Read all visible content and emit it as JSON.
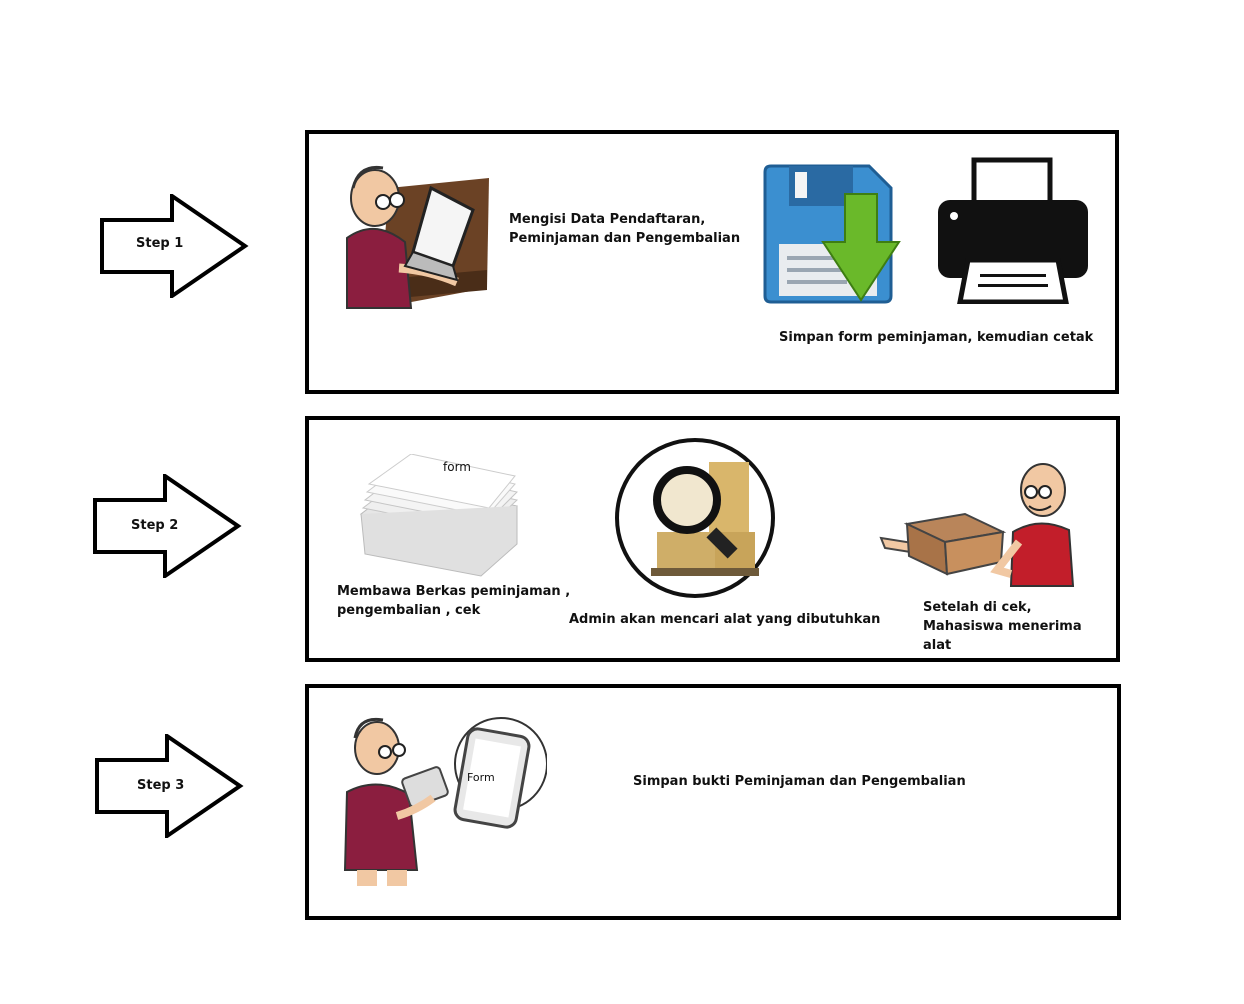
{
  "steps": [
    {
      "label": "Step 1",
      "items": [
        {
          "icon": "person-laptop-icon",
          "text": "Mengisi Data Pendaftaran,\nPeminjaman dan Pengembalian"
        },
        {
          "icon": "floppy-save-icon"
        },
        {
          "icon": "printer-icon"
        },
        {
          "text": "Simpan form peminjaman, kemudian cetak"
        }
      ]
    },
    {
      "label": "Step 2",
      "items": [
        {
          "icon": "paper-stack-icon",
          "icon_label": "form",
          "text": "Membawa Berkas peminjaman ,\npengembalian , cek"
        },
        {
          "icon": "magnifier-boxes-icon",
          "text": "Admin akan mencari alat yang dibutuhkan"
        },
        {
          "icon": "person-box-icon",
          "text": "Setelah di cek,\nMahasiswa menerima\nalat"
        }
      ]
    },
    {
      "label": "Step 3",
      "items": [
        {
          "icon": "person-tablet-icon",
          "icon_label": "Form",
          "text": "Simpan bukti Peminjaman dan Pengembalian"
        }
      ]
    }
  ],
  "colors": {
    "shirt": "#8b1e3f",
    "floppy": "#3b8fd0",
    "arrow_green": "#6ab92a",
    "printer": "#111111"
  }
}
